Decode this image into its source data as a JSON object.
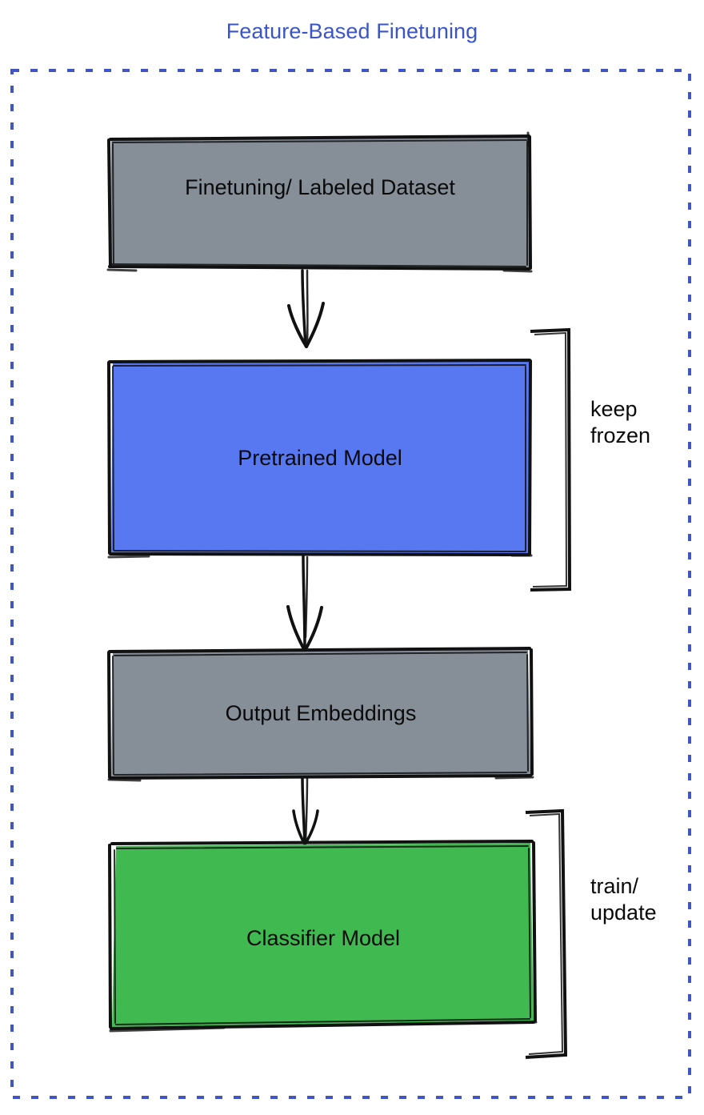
{
  "title": "Feature-Based Finetuning",
  "colors": {
    "title_blue": "#3b55c9",
    "frame_dashed_blue": "#4255c5",
    "box_gray": "#868e98",
    "box_blue": "#5878f2",
    "box_green": "#3fb950",
    "stroke_black": "#111111",
    "text_black": "#0a0a0a",
    "background": "#ffffff"
  },
  "frame": {
    "style": "dashed",
    "name": "feature-based-finetuning-frame"
  },
  "nodes": [
    {
      "id": "dataset",
      "label": "Finetuning/ Labeled Dataset",
      "fill": "#868e98",
      "kind": "data"
    },
    {
      "id": "pretrained-model",
      "label": "Pretrained Model",
      "fill": "#5878f2",
      "kind": "model"
    },
    {
      "id": "output-embeddings",
      "label": "Output Embeddings",
      "fill": "#868e98",
      "kind": "data"
    },
    {
      "id": "classifier-model",
      "label": "Classifier Model",
      "fill": "#3fb950",
      "kind": "model"
    }
  ],
  "edges": [
    {
      "from": "dataset",
      "to": "pretrained-model",
      "arrow": "down"
    },
    {
      "from": "pretrained-model",
      "to": "output-embeddings",
      "arrow": "down"
    },
    {
      "from": "output-embeddings",
      "to": "classifier-model",
      "arrow": "down"
    }
  ],
  "annotations": [
    {
      "id": "keep-frozen",
      "line1": "keep",
      "line2": "frozen",
      "text": "keep\nfrozen",
      "targets": "pretrained-model"
    },
    {
      "id": "train-update",
      "line1": "train/",
      "line2": "update",
      "text": "train/\nupdate",
      "targets": "classifier-model"
    }
  ]
}
